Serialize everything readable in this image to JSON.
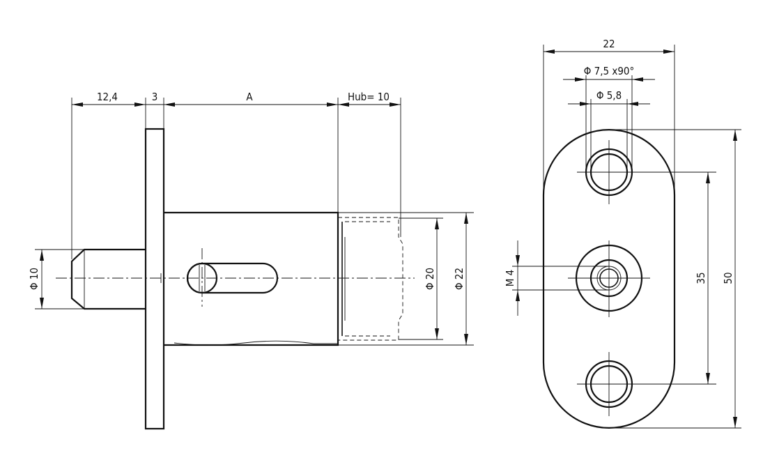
{
  "side_view": {
    "dim_pin_length": "12,4",
    "dim_flange": "3",
    "dim_body": "A",
    "dim_stroke": "Hub= 10",
    "dim_pin_dia": "Φ 10",
    "dim_body_dia_small": "Φ 20",
    "dim_body_dia_large": "Φ 22"
  },
  "front_view": {
    "dim_width": "22",
    "dim_countersink": "Φ 7,5 x90°",
    "dim_hole": "Φ 5,8",
    "dim_thread": "M 4",
    "dim_hole_pitch": "35",
    "dim_height": "50"
  }
}
